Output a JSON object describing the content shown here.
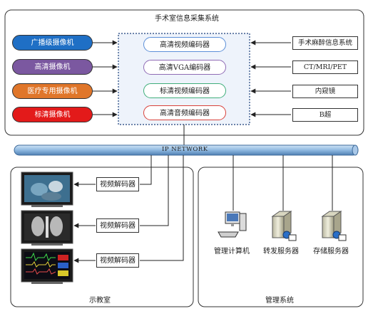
{
  "title": "手术室信息采集系统",
  "network_label": "IP NETWORK",
  "cameras": [
    {
      "label": "广播级摄像机",
      "color": "#1f6fc5"
    },
    {
      "label": "高清摄像机",
      "color": "#7b58a0"
    },
    {
      "label": "医疗专用摄像机",
      "color": "#e0762a"
    },
    {
      "label": "标清摄像机",
      "color": "#e31a1a"
    }
  ],
  "encoders": [
    {
      "label": "高清视频编码器",
      "border": "#5b8fd8"
    },
    {
      "label": "高清VGA编码器",
      "border": "#8f6bb5"
    },
    {
      "label": "标清视频编码器",
      "border": "#3fae7a"
    },
    {
      "label": "高清音频编码器",
      "border": "#d9413a"
    }
  ],
  "sources": [
    "手术麻醉信息系统",
    "CT/MRI/PET",
    "内窥镜",
    "B超"
  ],
  "demo_room": {
    "label": "示教室",
    "decoders": [
      "视频解码器",
      "视频解码器",
      "视频解码器"
    ]
  },
  "management": {
    "label": "管理系统",
    "devices": [
      "管理计算机",
      "转发服务器",
      "存储服务器"
    ]
  }
}
